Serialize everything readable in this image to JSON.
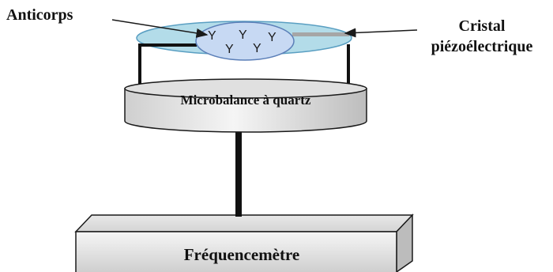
{
  "labels": {
    "antibodies": "Anticorps",
    "crystal_line1": "Cristal",
    "crystal_line2": "piézoélectrique",
    "microbalance": "Microbalance à quartz",
    "frequency_meter": "Fréquencemètre"
  },
  "antibody_glyph": "Y",
  "colors": {
    "crystal_fill": "#b3dce9",
    "antibody_region_fill": "#c7d9f3",
    "antibody_region_stroke": "#5b7fb8",
    "box_light": "#f2f2f2",
    "box_dark": "#c4c4c4",
    "outline": "#1a1a1a",
    "electrode_right": "#a6a6a6"
  }
}
